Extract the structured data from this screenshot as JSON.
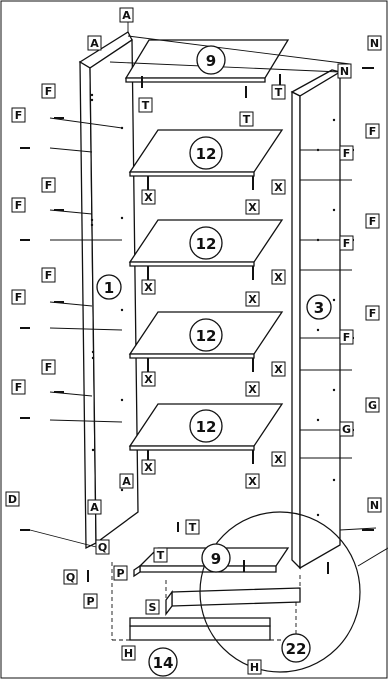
{
  "title": "",
  "part_numbers": {
    "side_left": "1",
    "side_right": "3",
    "top_shelf": "9",
    "bottom_shelf": "9",
    "shelf": "12",
    "plinth_front": "14",
    "plinth_back": "22"
  },
  "fitting_letters": {
    "A": "A",
    "D": "D",
    "F": "F",
    "G": "G",
    "H": "H",
    "N": "N",
    "P": "P",
    "Q": "Q",
    "S": "S",
    "T": "T",
    "X": "X"
  },
  "colors": {
    "line": "#111111",
    "board": "#ffffff",
    "background": "#ffffff"
  }
}
